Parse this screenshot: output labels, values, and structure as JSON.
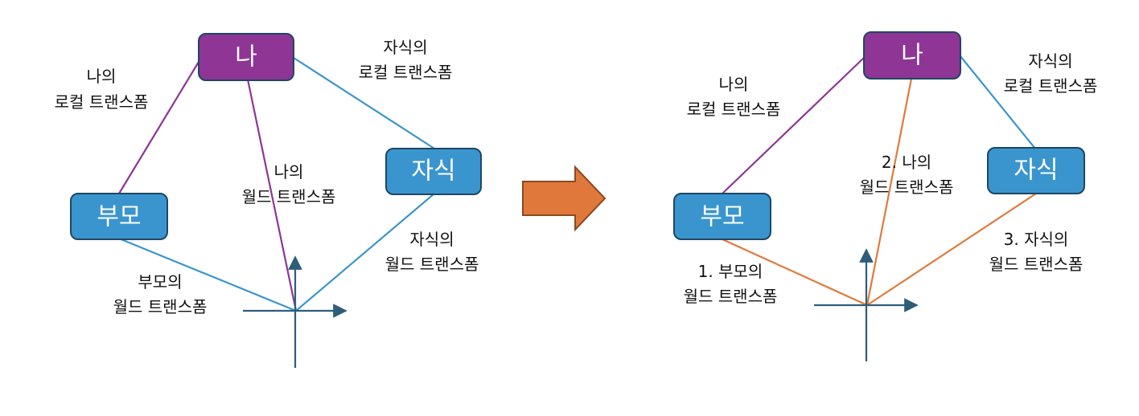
{
  "colors": {
    "purple": "#8E3596",
    "blue": "#3A95CE",
    "node_stroke": "#1E4762",
    "orange": "#E07A3C",
    "arrow": "#E0783C",
    "arrow_stroke": "#8A4A20",
    "axis": "#2E5D7A"
  },
  "left": {
    "nodes": {
      "me": "나",
      "parent": "부모",
      "child": "자식"
    },
    "labels": {
      "me_local_1": "나의",
      "me_local_2": "로컬 트랜스폼",
      "child_local_1": "자식의",
      "child_local_2": "로컬 트랜스폼",
      "me_world_1": "나의",
      "me_world_2": "월드 트랜스폼",
      "child_world_1": "자식의",
      "child_world_2": "월드 트랜스폼",
      "parent_world_1": "부모의",
      "parent_world_2": "월드 트랜스폼"
    }
  },
  "right": {
    "nodes": {
      "me": "나",
      "parent": "부모",
      "child": "자식"
    },
    "labels": {
      "me_local_1": "나의",
      "me_local_2": "로컬 트랜스폼",
      "child_local_1": "자식의",
      "child_local_2": "로컬 트랜스폼",
      "me_world_1": "2. 나의",
      "me_world_2": "월드 트랜스폼",
      "child_world_1": "3. 자식의",
      "child_world_2": "월드 트랜스폼",
      "parent_world_1": "1. 부모의",
      "parent_world_2": "월드 트랜스폼"
    }
  }
}
